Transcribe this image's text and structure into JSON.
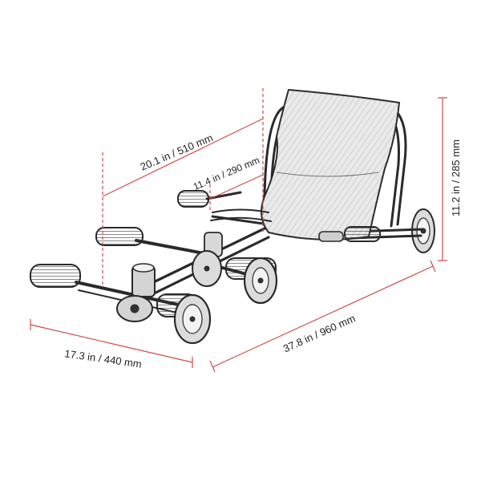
{
  "dimensions": {
    "seat_depth": "20.1 in / 510 mm",
    "seat_width": "11.4 in / 290 mm",
    "height": "11.2 in / 285 mm",
    "length": "37.8 in / 960 mm",
    "width": "17.3 in / 440 mm"
  },
  "colors": {
    "dimension_line": "#d24a4a",
    "sketch": "#2a2a2a",
    "grip": "#555555",
    "seat_fill": "#e9e9e9"
  }
}
